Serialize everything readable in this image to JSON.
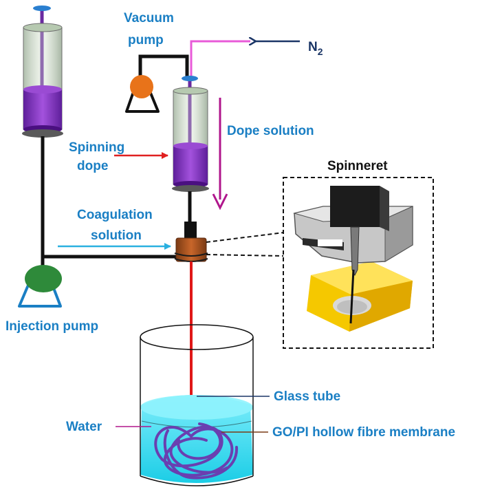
{
  "labels": {
    "vacuum_pump_line1": "Vacuum",
    "vacuum_pump_line2": "pump",
    "n2_main": "N",
    "n2_sub": "2",
    "dope_solution": "Dope solution",
    "spinning_dope_line1": "Spinning",
    "spinning_dope_line2": "dope",
    "spinneret": "Spinneret",
    "coagulation_line1": "Coagulation",
    "coagulation_line2": "solution",
    "injection_pump": "Injection pump",
    "glass_tube": "Glass tube",
    "water": "Water",
    "fibre_membrane": "GO/PI hollow fibre membrane"
  },
  "colors": {
    "label_blue": "#1a7fc4",
    "n2_navy": "#1a3566",
    "syringe_purple": "#8a3fc0",
    "vacuum_pump_orange": "#e8731a",
    "injection_pump_green": "#2e8a3a",
    "nitrogen_line_pink": "#e85ad8",
    "dope_arrow_magenta": "#b0168c",
    "spinning_arrow_red": "#e02020",
    "coagulation_arrow_cyan": "#2ab0e0",
    "fibre_red": "#e01818",
    "water_cyan": "#35d8ee",
    "fibre_coil_purple": "#6a3fb0",
    "spinneret_yellow": "#f5c800"
  },
  "icons": {
    "vacuum_pump": "pump-icon",
    "injection_pump": "pump-icon",
    "syringe": "syringe-icon",
    "spinneret": "spinneret-nozzle-icon",
    "beaker": "beaker-icon"
  }
}
